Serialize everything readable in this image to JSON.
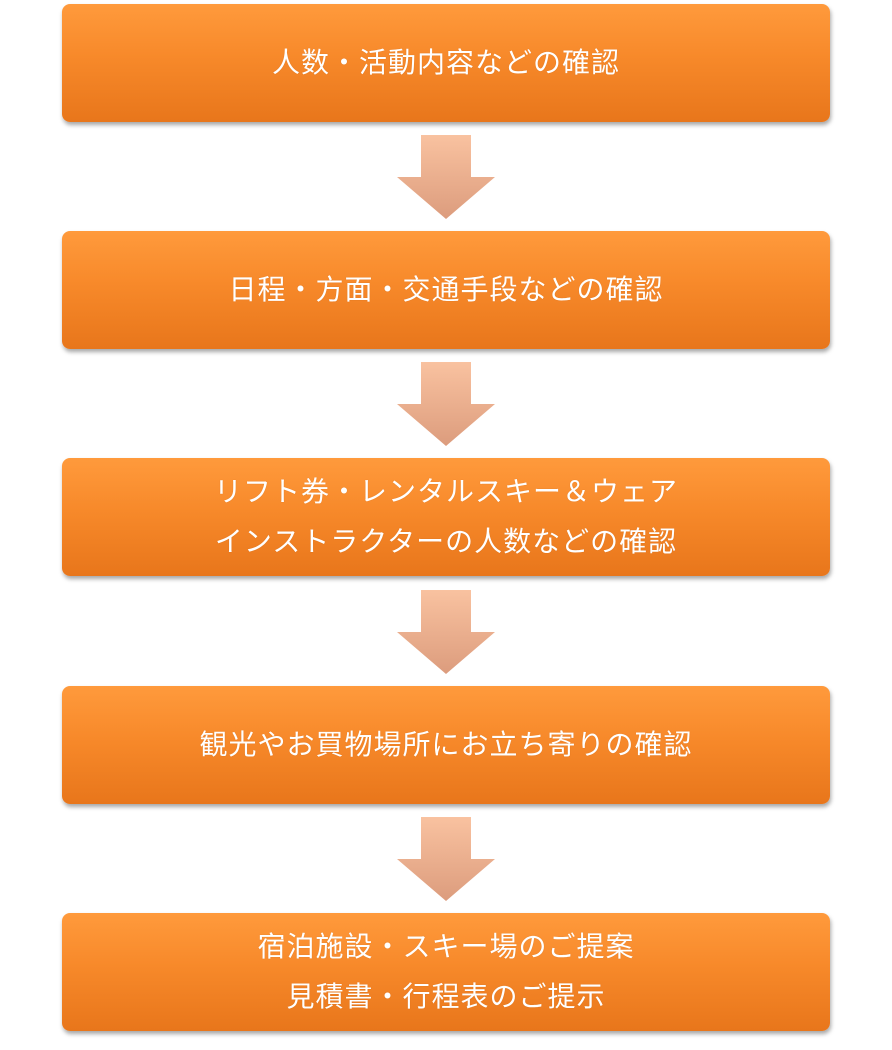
{
  "steps": [
    {
      "lines": [
        "人数・活動内容などの確認"
      ]
    },
    {
      "lines": [
        "日程・方面・交通手段などの確認"
      ]
    },
    {
      "lines": [
        "リフト券・レンタルスキー＆ウェア",
        "インストラクターの人数などの確認"
      ]
    },
    {
      "lines": [
        "観光やお買物場所にお立ち寄りの確認"
      ]
    },
    {
      "lines": [
        "宿泊施設・スキー場のご提案",
        "見積書・行程表のご提示"
      ]
    }
  ],
  "colors": {
    "box_top": "#ff9a3c",
    "box_bottom": "#e8761b",
    "arrow_top": "#f9c2a0",
    "arrow_bottom": "#dc9c7d",
    "text": "#ffffff"
  },
  "arrow_icon": "down-arrow-icon"
}
